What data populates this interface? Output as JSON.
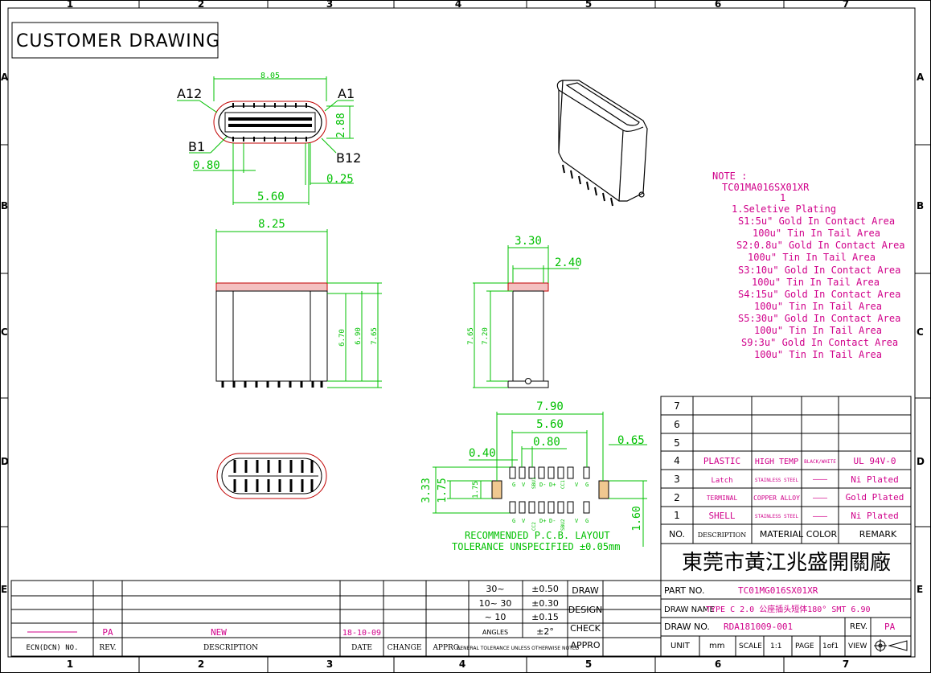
{
  "frame": {
    "cols": [
      "1",
      "2",
      "3",
      "4",
      "5",
      "6",
      "7"
    ],
    "rows": [
      "A",
      "B",
      "C",
      "D",
      "E"
    ]
  },
  "title_block_header": "CUSTOMER DRAWING",
  "top_view": {
    "dim_width": "8.05",
    "dim_height": "2.88",
    "pin_a12": "A12",
    "pin_a1": "A1",
    "pin_b1": "B1",
    "pin_b12": "B12",
    "dim_pitch": "0.80",
    "dim_pin": "0.25",
    "dim_span": "5.60"
  },
  "front_view": {
    "dim_width": "8.25",
    "dim_h1": "6.70",
    "dim_h2": "6.90",
    "dim_h3": "7.65"
  },
  "side_view": {
    "dim_top": "3.30",
    "dim_inner": "2.40",
    "dim_h1": "7.65",
    "dim_h2": "7.20"
  },
  "pcb_layout": {
    "dim_outer": "7.90",
    "dim_span": "5.60",
    "dim_pitch": "0.80",
    "dim_pad": "0.40",
    "dim_edge": "0.65",
    "dim_v1": "3.33",
    "dim_v2": "1.75",
    "dim_v3": "1.75",
    "dim_v4": "1.60",
    "pins_top": [
      "G",
      "V",
      "SBU1",
      "D-",
      "D+",
      "CC1",
      "V",
      "G"
    ],
    "pins_bottom": [
      "G",
      "V",
      "CC2",
      "D+",
      "D-",
      "SBU2",
      "V",
      "G"
    ],
    "title": "RECOMMENDED   P.C.B. LAYOUT",
    "tolerance": "TOLERANCE  UNSPECIFIED  ±0.05mm"
  },
  "note": {
    "head": "NOTE :",
    "part": "TC01MA016SX01XR",
    "one": "1",
    "lines": [
      "1.Seletive  Plating",
      "S1:5u\"  Gold  In  Contact  Area",
      "100u\"  Tin   In  Tail  Area",
      "S2:0.8u\"  Gold  In  Contact  Area",
      "100u\"  Tin   In  Tail  Area",
      "S3:10u\"  Gold  In  Contact  Area",
      "100u\"  Tin   In  Tail  Area",
      "S4:15u\"  Gold  In  Contact  Area",
      "100u\"  Tin   In  Tail  Area",
      "S5:30u\"  Gold  In  Contact  Area",
      "100u\"  Tin   In  Tail  Area",
      "S9:3u\"  Gold  In  Contact  Area",
      "100u\"  Tin   In  Tail  Area"
    ]
  },
  "bom": {
    "rows": [
      {
        "no": "7",
        "desc": "",
        "material": "",
        "color": "",
        "remark": ""
      },
      {
        "no": "6",
        "desc": "",
        "material": "",
        "color": "",
        "remark": ""
      },
      {
        "no": "5",
        "desc": "",
        "material": "",
        "color": "",
        "remark": ""
      },
      {
        "no": "4",
        "desc": "PLASTIC",
        "material": "HIGH  TEMP",
        "color": "BLACK/WHITE",
        "remark": "UL  94V-0"
      },
      {
        "no": "3",
        "desc": "Latch",
        "material": "STAINLESS  STEEL",
        "color": "———",
        "remark": "Ni  Plated"
      },
      {
        "no": "2",
        "desc": "TERMINAL",
        "material": "COPPER  ALLOY",
        "color": "———",
        "remark": "Gold  Plated"
      },
      {
        "no": "1",
        "desc": "SHELL",
        "material": "STAINLESS  STEEL",
        "color": "———",
        "remark": "Ni  Plated"
      }
    ],
    "header": {
      "no": "NO.",
      "desc": "DESCRIPTION",
      "material": "MATERIAL",
      "color": "COLOR",
      "remark": "REMARK"
    }
  },
  "company": "東莞市黃江兆盛開關廠",
  "title_block": {
    "part_no_label": "PART NO.",
    "part_no": "TC01MG016SX01XR",
    "draw_name_label": "DRAW NAME",
    "draw_name": "TYPE  C  2.0  公座插头短体180°  SMT  6.90",
    "draw_no_label": "DRAW NO.",
    "draw_no": "RDA181009-001",
    "rev_label": "REV.",
    "rev": "PA",
    "unit_label": "UNIT",
    "unit": "mm",
    "scale_label": "SCALE",
    "scale": "1:1",
    "page_label": "PAGE",
    "page": "1of1",
    "view_label": "VIEW"
  },
  "tolerance_table": {
    "r1": [
      "30~",
      "±0.50"
    ],
    "r2": [
      "10~  30",
      "±0.30"
    ],
    "r3": [
      "~  10",
      "±0.15"
    ],
    "r4": [
      "ANGLES",
      "±2°"
    ],
    "r5": "GENERAL  TOLERANCE\nUNLESS  OTHERWISE  NOTED",
    "draw": "DRAW",
    "design": "DESIGN",
    "check": "CHECK",
    "appro": "APPRO"
  },
  "revision": {
    "rev": "PA",
    "desc": "NEW",
    "date": "18-10-09",
    "h_ecn": "ECN(DCN)  NO.",
    "h_rev": "REV.",
    "h_desc": "DESCRIPTION",
    "h_date": "DATE",
    "h_change": "CHANGE",
    "h_appro": "APPRO."
  }
}
